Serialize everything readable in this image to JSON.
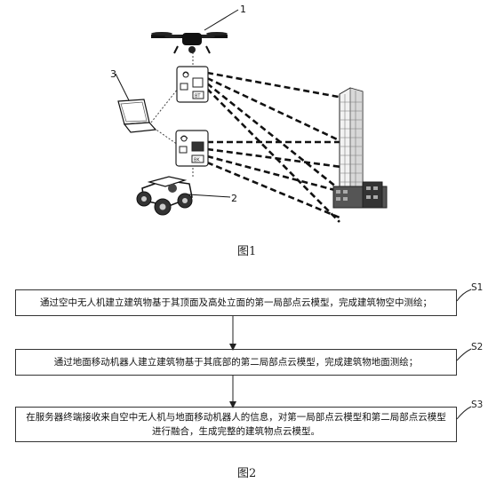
{
  "figure1": {
    "caption": "图1",
    "callouts": [
      "1",
      "2",
      "3"
    ],
    "module_labels": [
      "BT",
      "BK"
    ]
  },
  "figure2": {
    "caption": "图2",
    "steps": [
      {
        "id": "S1",
        "text": "通过空中无人机建立建筑物基于其顶面及高处立面的第一局部点云模型，完成建筑物空中测绘；"
      },
      {
        "id": "S2",
        "text": "通过地面移动机器人建立建筑物基于其底部的第二局部点云模型，完成建筑物地面测绘；"
      },
      {
        "id": "S3",
        "text": "在服务器终端接收来自空中无人机与地面移动机器人的信息，对第一局部点云模型和第二局部点云模型进行融合，生成完整的建筑物点云模型。"
      }
    ]
  }
}
